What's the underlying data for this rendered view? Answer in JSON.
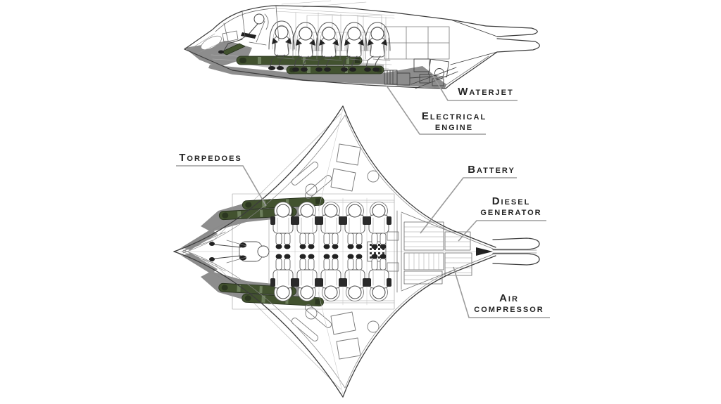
{
  "annotations": {
    "waterjet": {
      "label": "Waterjet"
    },
    "electrical_engine": {
      "line1": "Electrical",
      "line2": "engine"
    },
    "torpedoes": {
      "label": "Torpedoes"
    },
    "battery": {
      "label": "Battery"
    },
    "diesel_generator": {
      "line1": "Diesel",
      "line2": "generator"
    },
    "air_compressor": {
      "line1": "Air",
      "line2": "compressor"
    }
  },
  "colors": {
    "background": "#ffffff",
    "linework": "#3c3c3c",
    "light_linework": "#8a8a8a",
    "hull_shading": "#8d8d8d",
    "torpedo_green": "#42522f",
    "torpedo_highlight": "#6d7f5c",
    "torpedo_dark": "#2c3721",
    "label_text": "#242424",
    "leader_line": "#9b9b9b"
  }
}
